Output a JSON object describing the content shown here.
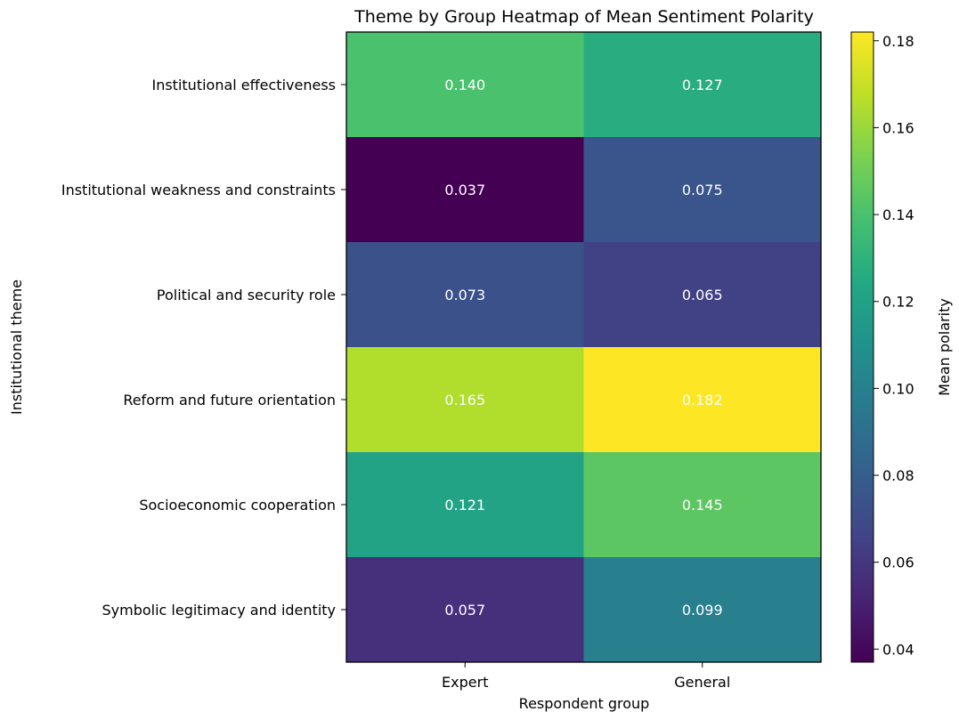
{
  "chart_data": {
    "type": "heatmap",
    "title": "Theme by Group Heatmap of Mean Sentiment Polarity",
    "xlabel": "Respondent group",
    "ylabel": "Institutional theme",
    "colorbar_label": "Mean polarity",
    "colormap": "viridis",
    "x_categories": [
      "Expert",
      "General"
    ],
    "y_categories": [
      "Institutional effectiveness",
      "Institutional weakness and constraints",
      "Political and security role",
      "Reform and future orientation",
      "Socioeconomic cooperation",
      "Symbolic legitimacy and identity"
    ],
    "values": [
      [
        0.14,
        0.127
      ],
      [
        0.037,
        0.075
      ],
      [
        0.073,
        0.065
      ],
      [
        0.165,
        0.182
      ],
      [
        0.121,
        0.145
      ],
      [
        0.057,
        0.099
      ]
    ],
    "value_labels": [
      [
        "0.140",
        "0.127"
      ],
      [
        "0.037",
        "0.075"
      ],
      [
        "0.073",
        "0.065"
      ],
      [
        "0.165",
        "0.182"
      ],
      [
        "0.121",
        "0.145"
      ],
      [
        "0.057",
        "0.099"
      ]
    ],
    "color_range": [
      0.037,
      0.182
    ],
    "colorbar_ticks": [
      0.04,
      0.06,
      0.08,
      0.1,
      0.12,
      0.14,
      0.16,
      0.18
    ],
    "colorbar_tick_labels": [
      "0.04",
      "0.06",
      "0.08",
      "0.10",
      "0.12",
      "0.14",
      "0.16",
      "0.18"
    ],
    "legend": "colorbar-right"
  }
}
